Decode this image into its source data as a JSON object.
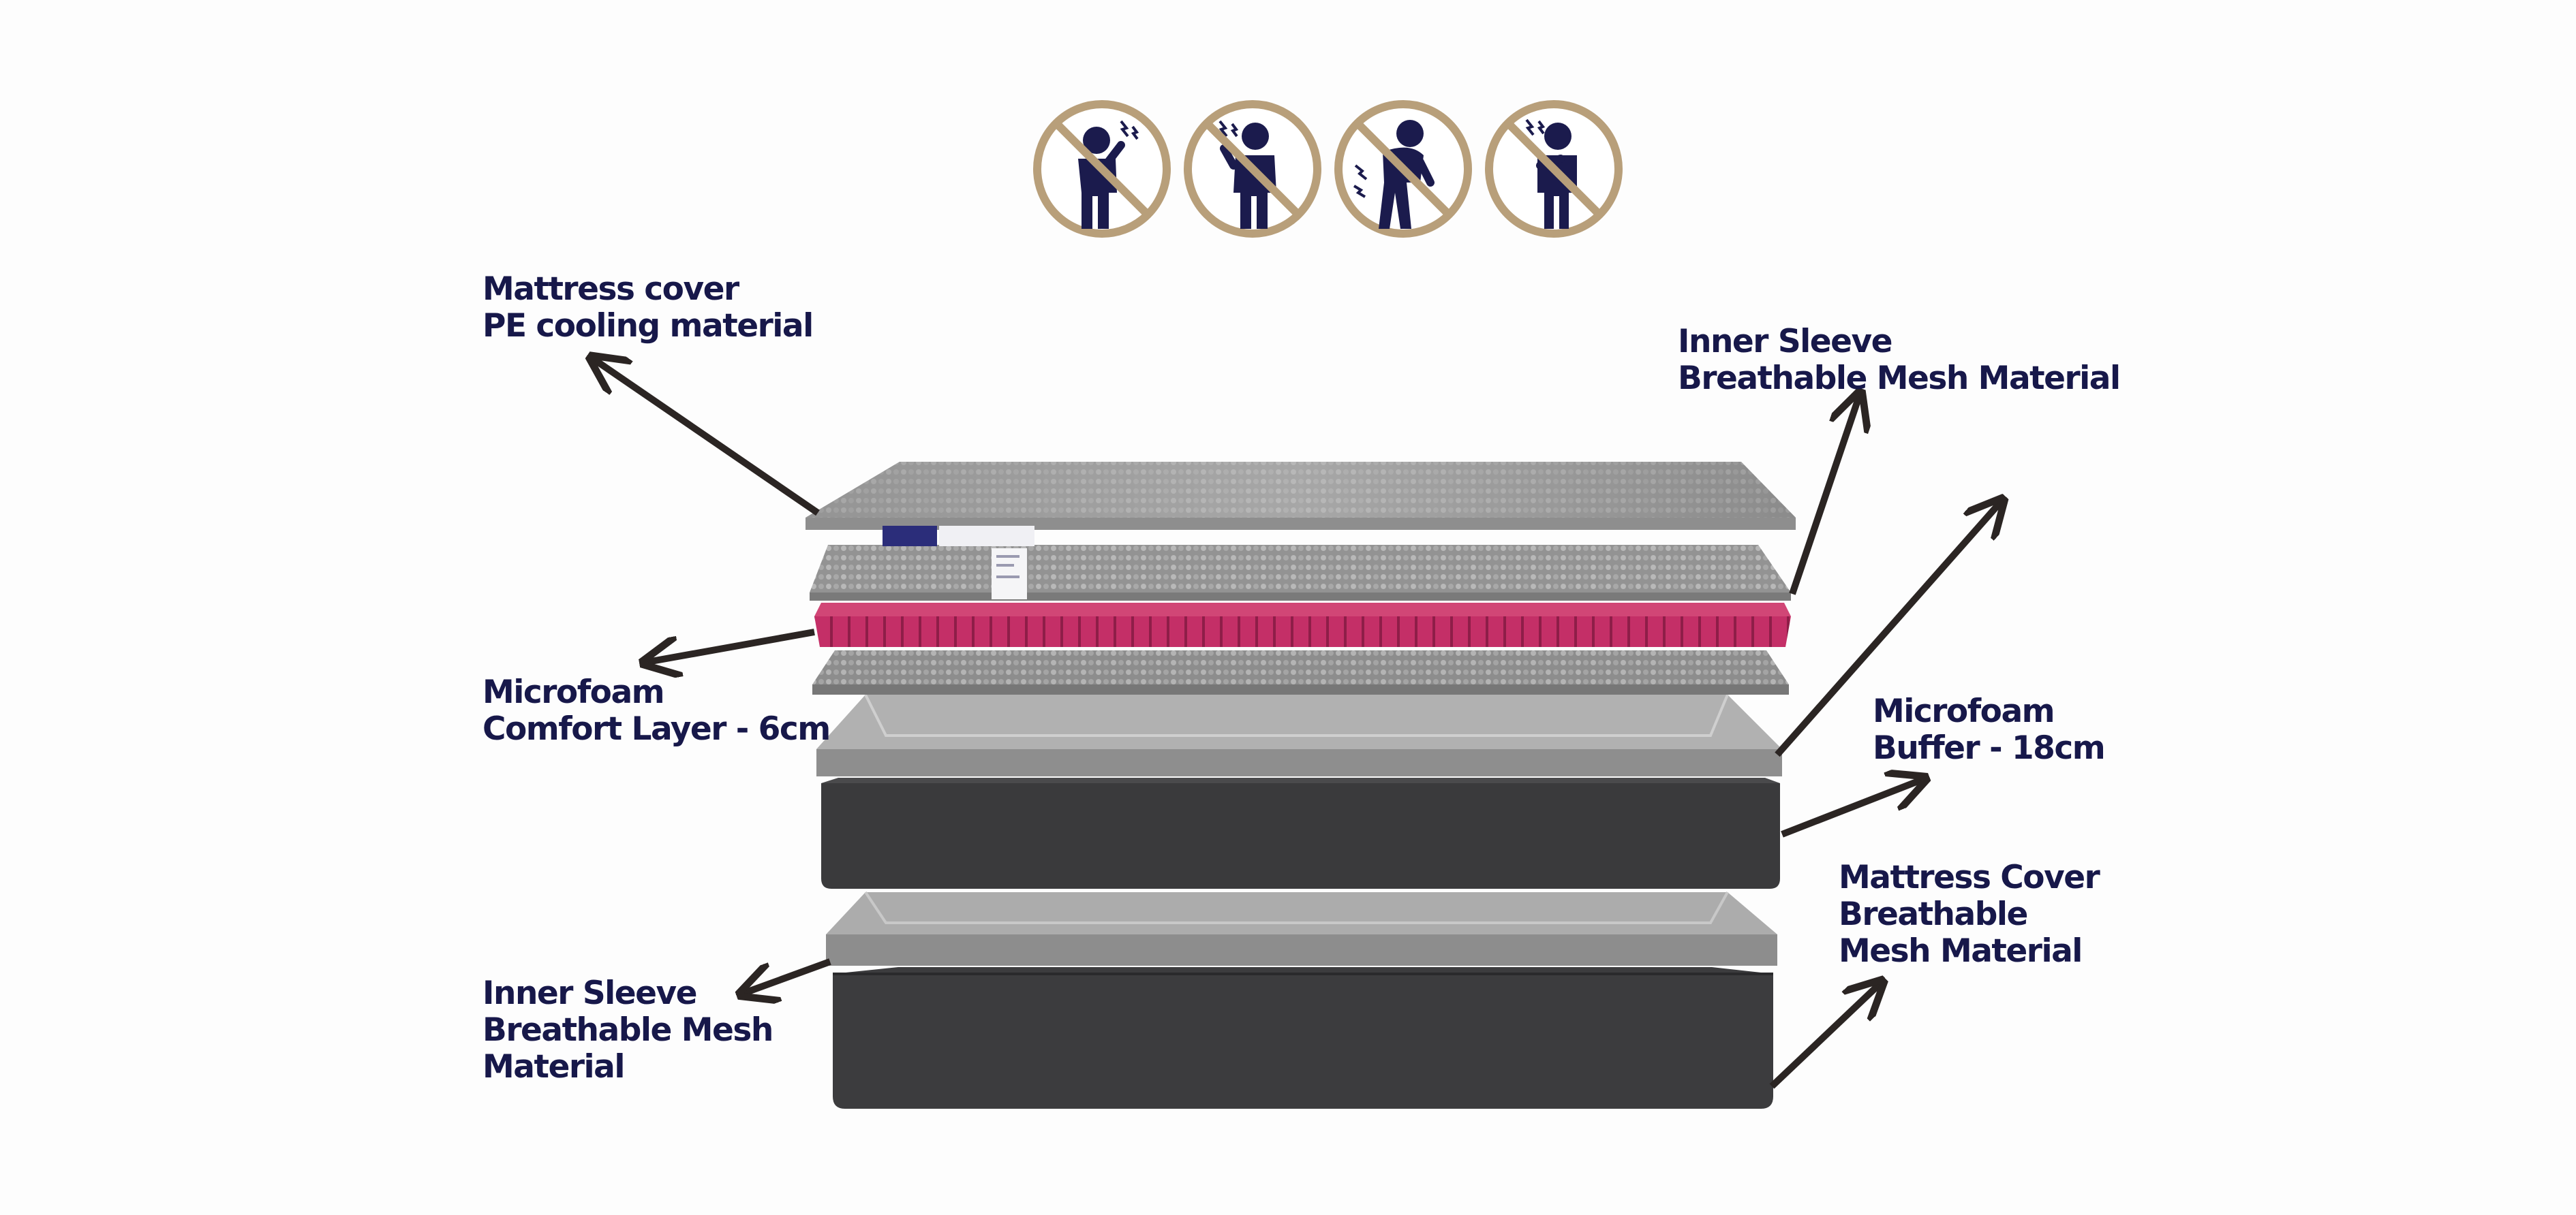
{
  "icons": [
    {
      "name": "no-neck-pain-icon"
    },
    {
      "name": "no-shoulder-pain-icon"
    },
    {
      "name": "no-back-pain-icon"
    },
    {
      "name": "no-chest-pain-icon"
    }
  ],
  "colors": {
    "label_text": "#17184a",
    "arrow": "#2b2523",
    "icon_ring": "#b89f7a",
    "icon_figure": "#1b1b4d",
    "comfort_layer": "#c42f67",
    "dark_block": "#3a3a3c"
  },
  "labels": {
    "mattress_cover_top": {
      "line1": "Mattress cover",
      "line2": "PE cooling material"
    },
    "inner_sleeve_top": {
      "line1": "Inner Sleeve",
      "line2": "Breathable Mesh Material"
    },
    "microfoam_comfort": {
      "line1": "Microfoam",
      "line2": "Comfort Layer - 6cm"
    },
    "microfoam_buffer": {
      "line1": "Microfoam",
      "line2": "Buffer - 18cm"
    },
    "mattress_cover_bottom": {
      "line1": "Mattress Cover",
      "line2": "Breathable",
      "line3": "Mesh Material"
    },
    "inner_sleeve_bottom": {
      "line1": "Inner Sleeve",
      "line2": "Breathable Mesh",
      "line3": "Material"
    }
  }
}
